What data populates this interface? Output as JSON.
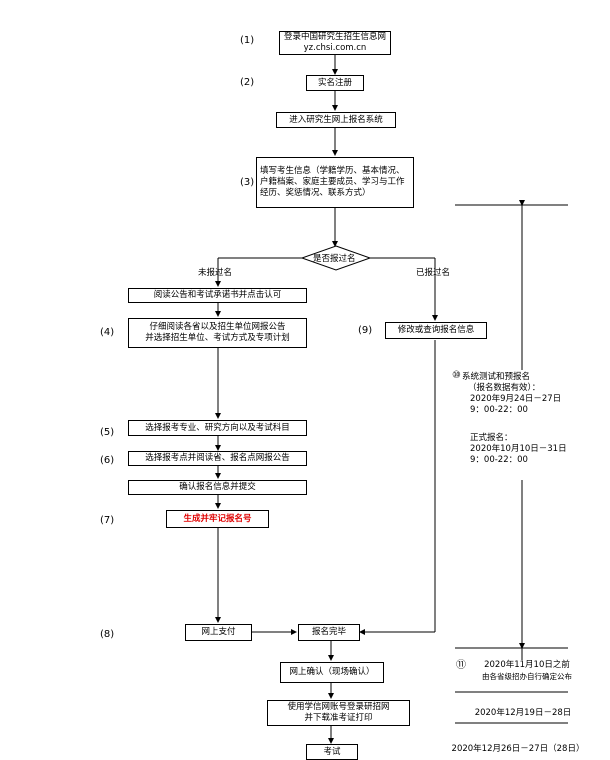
{
  "steps": {
    "s1": "(1)",
    "s2": "(2)",
    "s3": "(3)",
    "s4": "(4)",
    "s5": "(5)",
    "s6": "(6)",
    "s7": "(7)",
    "s8": "(8)",
    "s9": "(9)",
    "s10": "⑩",
    "s11": "⑪"
  },
  "boxes": {
    "login_line1": "登录中国研究生招生信息网",
    "login_line2": "yz.chsi.com.cn",
    "register": "实名注册",
    "enter_system": "进入研究生网上报名系统",
    "fill_info": "填写考生信息（学籍学历、基本情况、户籍档案、家庭主要成员、学习与工作经历、奖惩情况、联系方式）",
    "decision": "是否报过名",
    "read_notice": "阅读公告和考试承诺书并点击认可",
    "read_carefully_line1": "仔细阅读各省以及招生单位网报公告",
    "read_carefully_line2": "并选择招生单位、考试方式及专项计划",
    "modify_info": "修改或查询报名信息",
    "select_major": "选择报考专业、研究方向以及考试科目",
    "select_site": "选择报考点并阅读省、报名点网报公告",
    "confirm_submit": "确认报名信息并提交",
    "generate_no": "生成并牢记报名号",
    "pay_online": "网上支付",
    "done": "报名完毕",
    "online_confirm": "网上确认（现场确认）",
    "print_line1": "使用学信网账号登录研招网",
    "print_line2": "并下载准考证打印",
    "exam": "考试"
  },
  "labels": {
    "not_registered": "未报过名",
    "registered": "已报过名"
  },
  "notes": {
    "pre_reg_title": "系统测试和预报名",
    "pre_reg_sub": "（报名数据有效）：",
    "pre_reg_date": "2020年9月24日－27日",
    "pre_reg_time": "9：00-22：00",
    "formal_title": "正式报名：",
    "formal_date": "2020年10月10日－31日",
    "formal_time": "9：00-22：00",
    "confirm_date": "2020年11月10日之前",
    "confirm_note": "由各省级招办自行确定公布",
    "print_date": "2020年12月19日－28日",
    "exam_date": "2020年12月26日－27日（28日）"
  }
}
